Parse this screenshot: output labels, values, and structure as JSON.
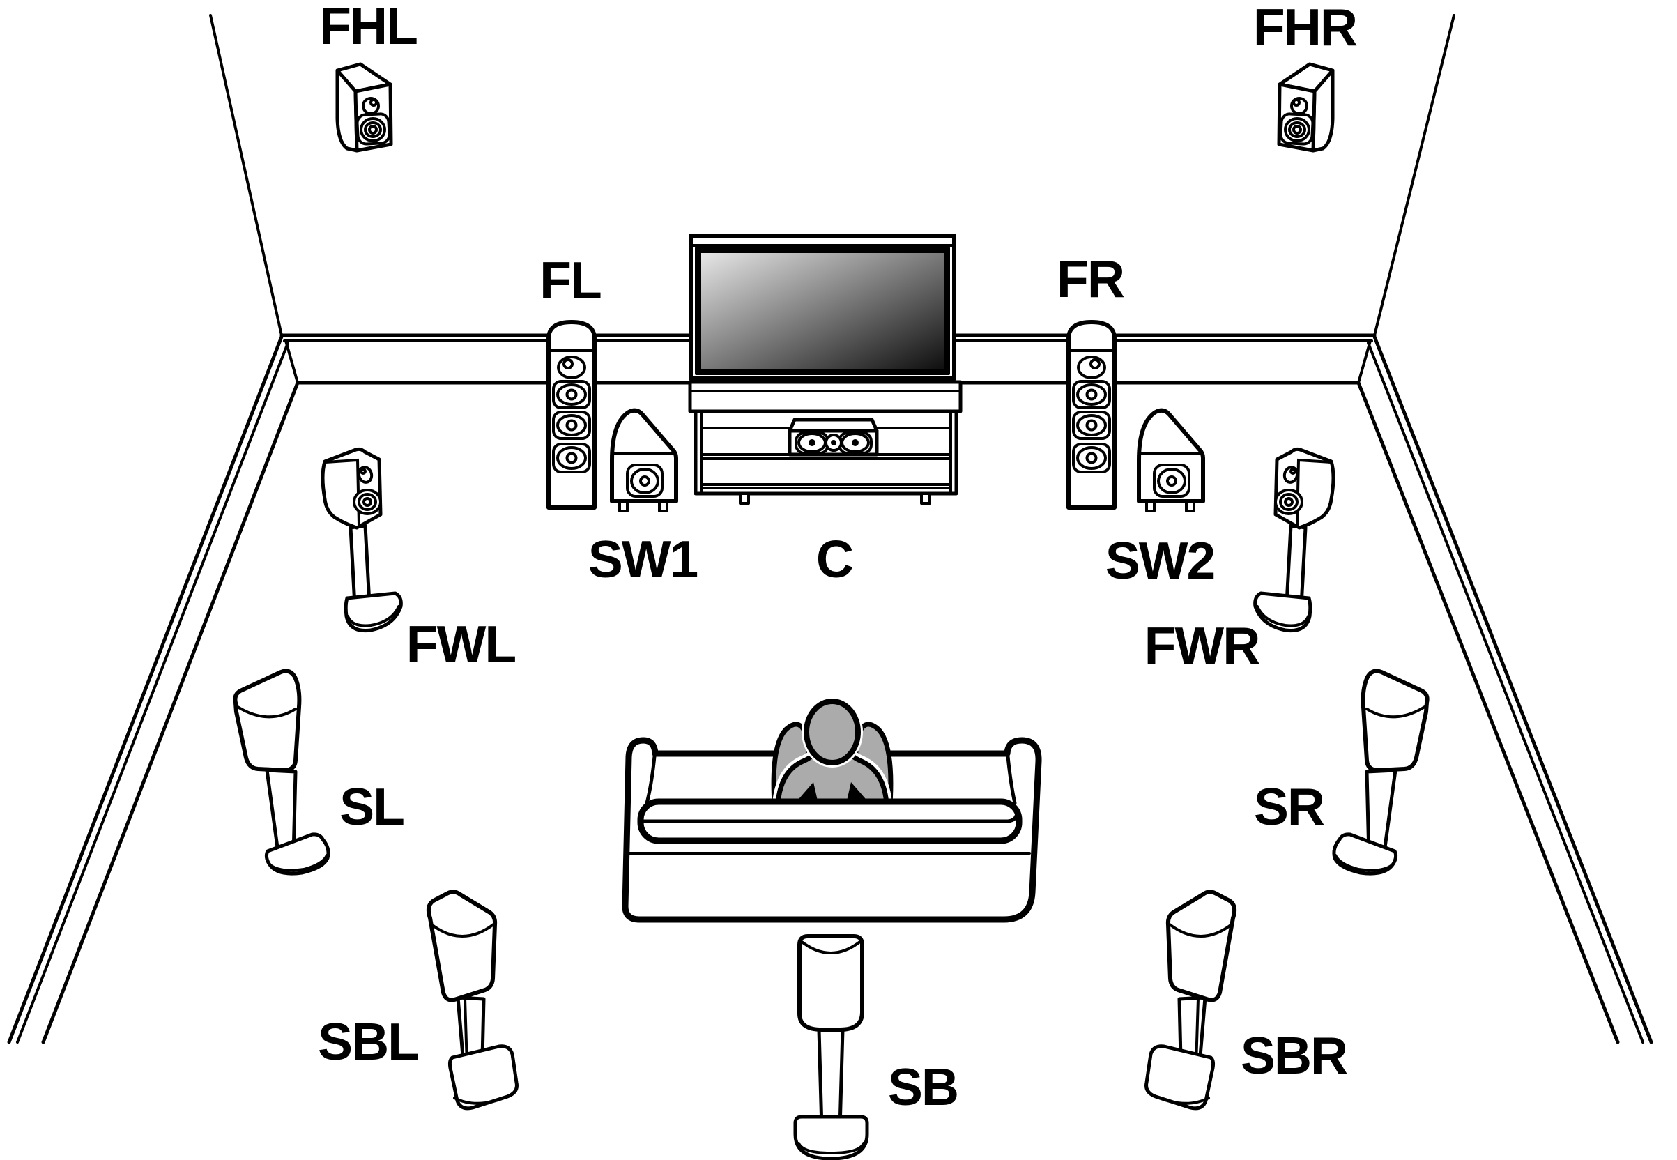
{
  "diagram": {
    "type": "speaker-placement-room",
    "labels": {
      "fhl": "FHL",
      "fhr": "FHR",
      "fl": "FL",
      "fr": "FR",
      "sw1": "SW1",
      "c": "C",
      "sw2": "SW2",
      "fwl": "FWL",
      "fwr": "FWR",
      "sl": "SL",
      "sr": "SR",
      "sbl": "SBL",
      "sb": "SB",
      "sbr": "SBR"
    },
    "colors": {
      "line": "#000000",
      "background": "#ffffff",
      "person": "#ababab",
      "screen_gradient_start": "#e8e8e8",
      "screen_gradient_end": "#0d0d0d"
    }
  }
}
